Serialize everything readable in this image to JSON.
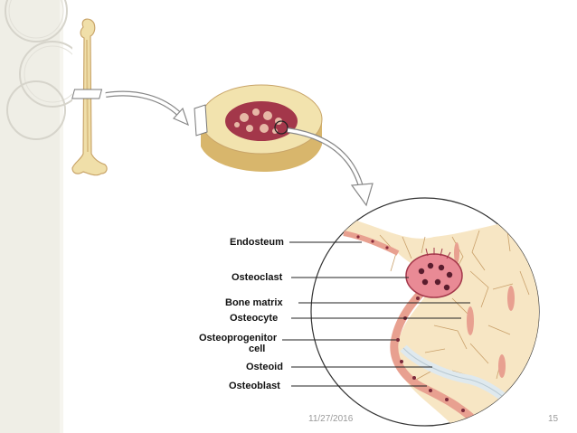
{
  "slide": {
    "date": "11/27/2016",
    "page_number": "15"
  },
  "diagram": {
    "labels": {
      "endosteum": "Endosteum",
      "osteoclast": "Osteoclast",
      "bone_matrix": "Bone matrix",
      "osteocyte": "Osteocyte",
      "osteoprogenitor_line1": "Osteoprogenitor",
      "osteoprogenitor_line2": "cell",
      "osteoid": "Osteoid",
      "osteoblast": "Osteoblast"
    },
    "colors": {
      "bone": "#eedba3",
      "bone_shadow": "#d8b66c",
      "marrow": "#a3374a",
      "matrix": "#f7e6c4",
      "cell": "#e8a090",
      "osteoid": "#dfe9ee"
    }
  }
}
